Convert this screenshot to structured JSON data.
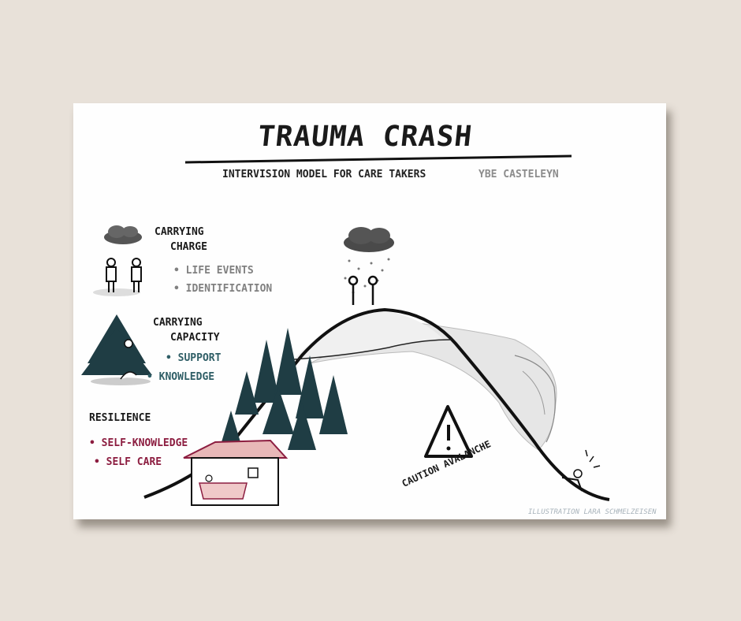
{
  "title": "TRAUMA CRASH",
  "subtitle": "INTERVISION MODEL FOR CARE TAKERS",
  "author": "YBE CASTELEYN",
  "sections": {
    "charge": {
      "heading_line1": "CARRYING",
      "heading_line2": "CHARGE",
      "items": [
        "• LIFE EVENTS",
        "• IDENTIFICATION"
      ]
    },
    "capacity": {
      "heading_line1": "CARRYING",
      "heading_line2": "CAPACITY",
      "items": [
        "• SUPPORT",
        "• KNOWLEDGE"
      ]
    },
    "resilience": {
      "heading": "RESILIENCE",
      "items": [
        "• SELF-KNOWLEDGE",
        "• SELF CARE"
      ]
    }
  },
  "warning_label": "CAUTION AVALANCHE",
  "credit": "ILLUSTRATION LARA SCHMELZEISEN",
  "colors": {
    "background": "#e8e1d9",
    "card": "#fefefe",
    "teal": "#2f5e66",
    "crimson": "#8c1d40",
    "grey_text": "#808080"
  }
}
